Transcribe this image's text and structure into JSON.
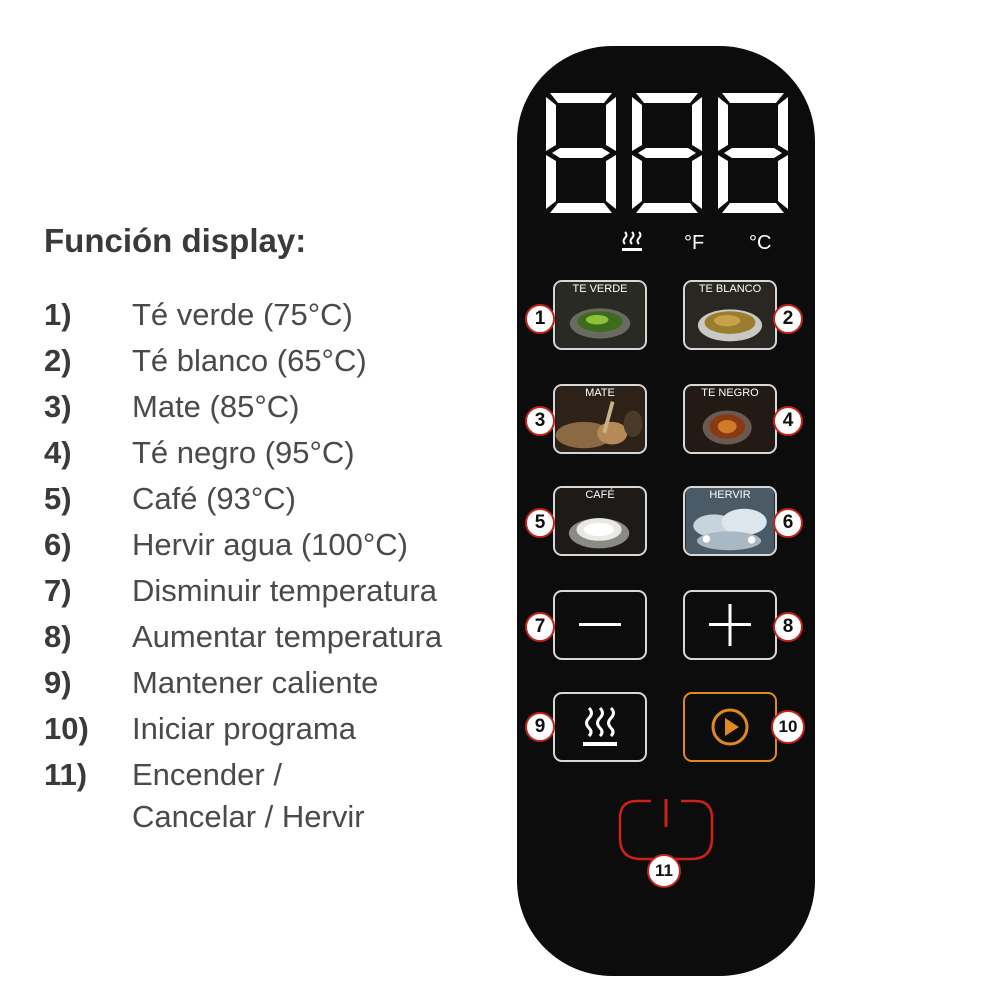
{
  "legend": {
    "title": "Función display:",
    "items": [
      {
        "num": "1)",
        "text": "Té verde (75°C)"
      },
      {
        "num": "2)",
        "text": "Té blanco (65°C)"
      },
      {
        "num": "3)",
        "text": "Mate (85°C)"
      },
      {
        "num": "4)",
        "text": "Té negro (95°C)"
      },
      {
        "num": "5)",
        "text": "Café (93°C)"
      },
      {
        "num": "6)",
        "text": "Hervir agua (100°C)"
      },
      {
        "num": "7)",
        "text": "Disminuir temperatura"
      },
      {
        "num": "8)",
        "text": "Aumentar temperatura"
      },
      {
        "num": "9)",
        "text": "Mantener caliente"
      },
      {
        "num": "10)",
        "text": "Iniciar programa"
      },
      {
        "num": "11)",
        "text": "Encender /\nCancelar / Hervir"
      }
    ]
  },
  "device": {
    "display_digits": "888",
    "status": {
      "keep_warm_icon": "steam-icon",
      "fahrenheit": "°F",
      "celsius": "°C"
    },
    "modes": [
      {
        "label": "TE VERDE",
        "callout": "1"
      },
      {
        "label": "TE BLANCO",
        "callout": "2"
      },
      {
        "label": "MATE",
        "callout": "3"
      },
      {
        "label": "TE NEGRO",
        "callout": "4"
      },
      {
        "label": "CAFÉ",
        "callout": "5"
      },
      {
        "label": "HERVIR",
        "callout": "6"
      }
    ],
    "controls": {
      "minus": {
        "icon": "minus-icon",
        "callout": "7"
      },
      "plus": {
        "icon": "plus-icon",
        "callout": "8"
      },
      "keep_warm": {
        "icon": "steam-icon",
        "callout": "9"
      },
      "start": {
        "icon": "play-icon",
        "callout": "10"
      },
      "power": {
        "icon": "power-icon",
        "callout": "11"
      }
    },
    "colors": {
      "panel": "#0c0c0c",
      "start_accent": "#e08a1e",
      "power_accent": "#d0201a",
      "callout_ring": "#c0241d"
    }
  }
}
